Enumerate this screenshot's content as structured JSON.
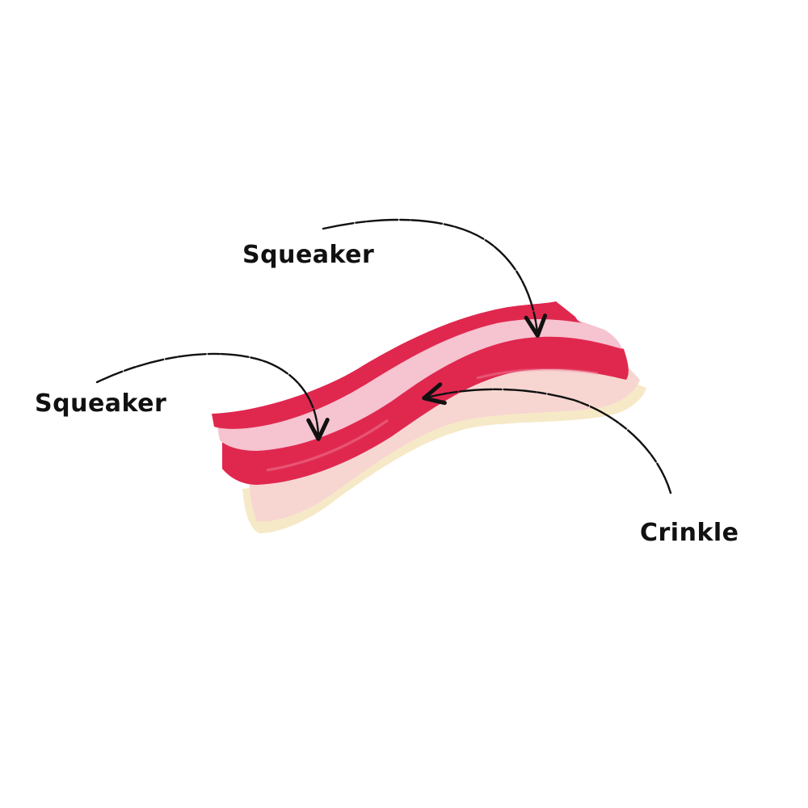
{
  "colors": {
    "background": "#ffffff",
    "stripe_red": "#e0284f",
    "stripe_pink": "#f6c3d0",
    "stripe_light": "#f7d6d2",
    "edge_cream": "#f6e9c7",
    "arrow_ink": "#111111"
  },
  "callouts": {
    "top": {
      "label": "Squeaker",
      "icon": "curved-arrow-icon"
    },
    "left": {
      "label": "Squeaker",
      "icon": "curved-arrow-icon"
    },
    "right": {
      "label": "Crinkle",
      "icon": "curved-arrow-icon"
    }
  },
  "product": {
    "icon": "bacon-plush-toy"
  }
}
